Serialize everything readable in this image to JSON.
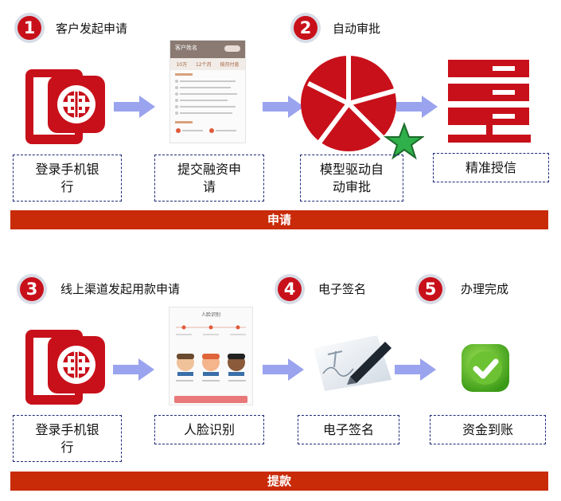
{
  "section1": {
    "bar_label": "申请",
    "steps": [
      {
        "num": "1",
        "title": "客户发起申请"
      },
      {
        "num": "2",
        "title": "自动审批"
      }
    ],
    "boxes": [
      "登录手机银\n行",
      "提交融资申\n请",
      "模型驱动自\n动审批",
      "精准授信"
    ],
    "form_header": "客户姓名",
    "form_values": [
      "10万",
      "12个月",
      "按月付息"
    ]
  },
  "section2": {
    "bar_label": "提款",
    "steps": [
      {
        "num": "3",
        "title": "线上渠道发起用款申请"
      },
      {
        "num": "4",
        "title": "电子签名"
      },
      {
        "num": "5",
        "title": "办理完成"
      }
    ],
    "boxes": [
      "登录手机银\n行",
      "人脸识别",
      "电子签名",
      "资金到账"
    ],
    "face_screen_title": "人脸识别"
  },
  "icons": {
    "bank_logo": "icbc-logo-icon",
    "pie_icon": "pie-chart-icon",
    "star_icon": "star-icon",
    "server_icon": "server-icon",
    "pen_icon": "pen-signature-icon",
    "check_icon": "check-icon"
  },
  "colors": {
    "brand_red": "#c8101a",
    "bar_red": "#c92a08",
    "arrow": "#9aa3ee",
    "box_border": "#1f2a7a",
    "star_green": "#2fb04a"
  }
}
